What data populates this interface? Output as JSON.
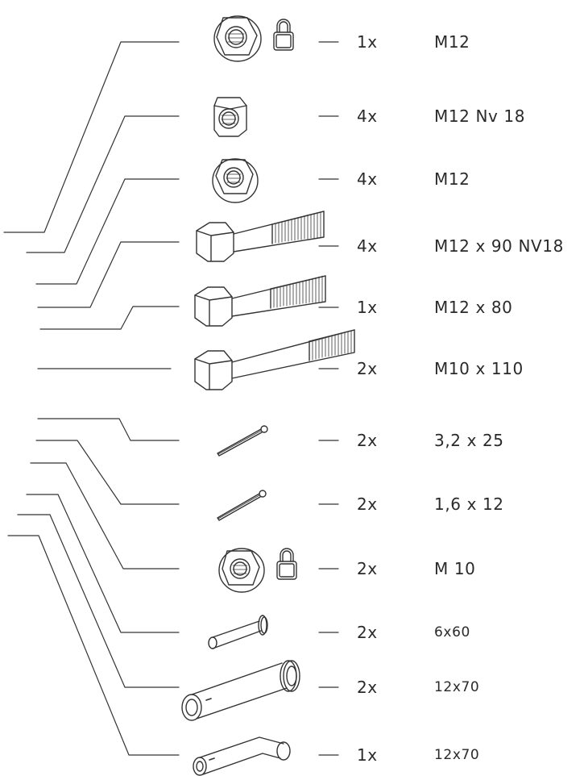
{
  "parts": [
    {
      "qty": "1x",
      "spec": "M12",
      "icon": "locking-flange-nut-icon",
      "lock": true
    },
    {
      "qty": "4x",
      "spec": "M12 Nv 18",
      "icon": "hex-nut-icon",
      "lock": false
    },
    {
      "qty": "4x",
      "spec": "M12",
      "icon": "flange-nut-icon",
      "lock": false
    },
    {
      "qty": "4x",
      "spec": "M12 x 90 NV18",
      "icon": "hex-bolt-icon",
      "lock": false
    },
    {
      "qty": "1x",
      "spec": "M12 x 80",
      "icon": "hex-bolt-icon",
      "lock": false
    },
    {
      "qty": "2x",
      "spec": "M10 x 110",
      "icon": "hex-bolt-icon",
      "lock": false
    },
    {
      "qty": "2x",
      "spec": "3,2 x 25",
      "icon": "cotter-pin-icon",
      "lock": false
    },
    {
      "qty": "2x",
      "spec": "1,6 x 12",
      "icon": "cotter-pin-icon",
      "lock": false
    },
    {
      "qty": "2x",
      "spec": "M 10",
      "icon": "locking-flange-nut-icon",
      "lock": true
    },
    {
      "qty": "2x",
      "spec": "6x60",
      "icon": "clevis-pin-icon",
      "lock": false
    },
    {
      "qty": "2x",
      "spec": "12x70",
      "icon": "clevis-pin-icon",
      "lock": false
    },
    {
      "qty": "1x",
      "spec": "12x70",
      "icon": "bent-pin-icon",
      "lock": false
    }
  ]
}
